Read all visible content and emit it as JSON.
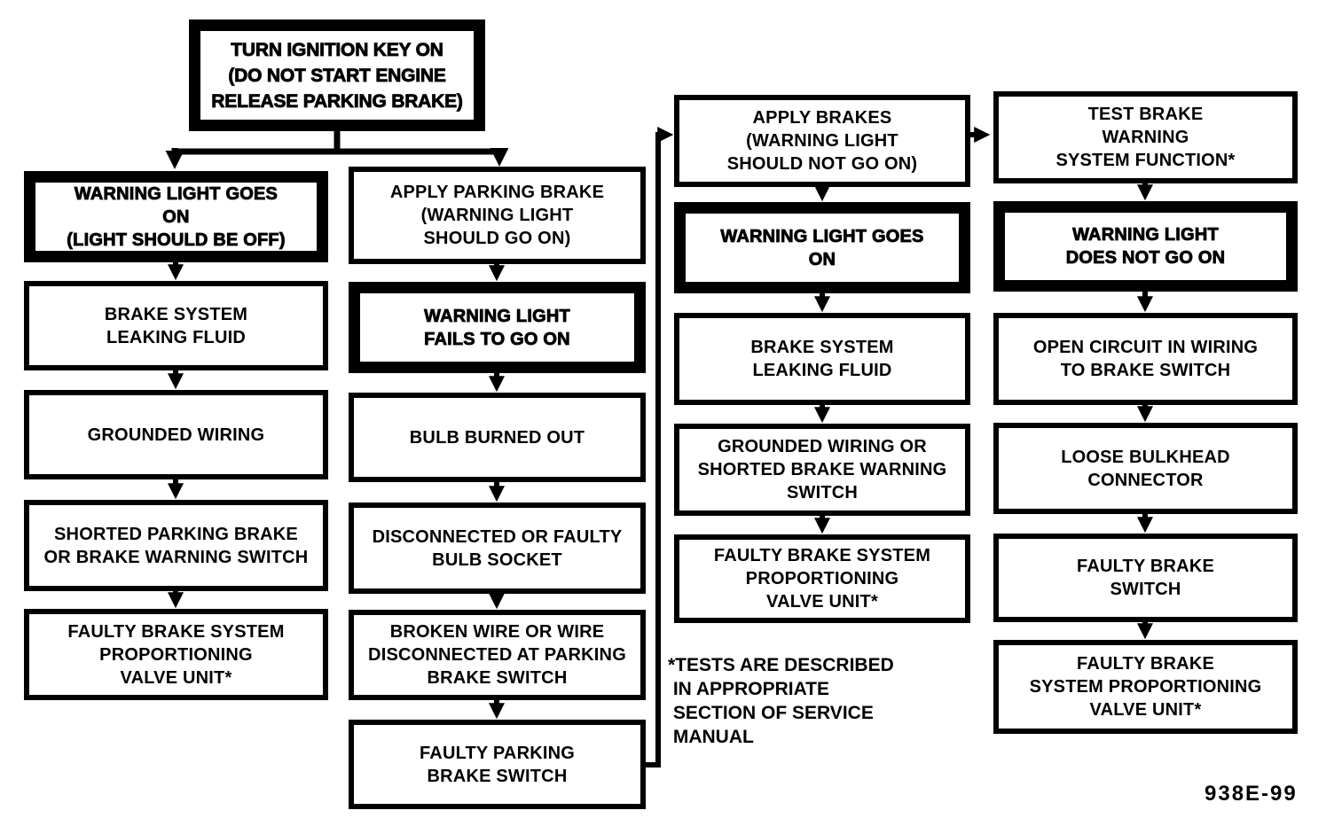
{
  "figure": {
    "code": "938E-99",
    "footnote": "*TESTS ARE DESCRIBED\n IN APPROPRIATE\n SECTION OF SERVICE\n MANUAL",
    "colors": {
      "ink": "#000000",
      "paper": "#ffffff"
    }
  },
  "flowchart": {
    "start": {
      "text": "TURN IGNITION KEY ON\n(DO NOT START ENGINE\nRELEASE PARKING BRAKE)",
      "highlighted": true
    },
    "columns": [
      {
        "boxes": [
          {
            "text": "WARNING LIGHT GOES\nON\n(LIGHT SHOULD BE OFF)",
            "highlighted": true
          },
          {
            "text": "BRAKE SYSTEM\nLEAKING FLUID",
            "highlighted": false
          },
          {
            "text": "GROUNDED WIRING",
            "highlighted": false
          },
          {
            "text": "SHORTED PARKING BRAKE\nOR BRAKE WARNING SWITCH",
            "highlighted": false
          },
          {
            "text": "FAULTY BRAKE SYSTEM\nPROPORTIONING\nVALVE UNIT*",
            "highlighted": false
          }
        ]
      },
      {
        "boxes": [
          {
            "text": "APPLY PARKING BRAKE\n(WARNING LIGHT\nSHOULD GO ON)",
            "highlighted": false
          },
          {
            "text": "WARNING LIGHT\nFAILS TO GO ON",
            "highlighted": true
          },
          {
            "text": "BULB BURNED OUT",
            "highlighted": false
          },
          {
            "text": "DISCONNECTED OR FAULTY\nBULB SOCKET",
            "highlighted": false
          },
          {
            "text": "BROKEN WIRE OR WIRE\nDISCONNECTED AT PARKING\nBRAKE SWITCH",
            "highlighted": false
          },
          {
            "text": "FAULTY PARKING\nBRAKE SWITCH",
            "highlighted": false
          }
        ]
      },
      {
        "boxes": [
          {
            "text": "APPLY BRAKES\n(WARNING LIGHT\nSHOULD NOT GO ON)",
            "highlighted": false
          },
          {
            "text": "WARNING LIGHT GOES\nON",
            "highlighted": true
          },
          {
            "text": "BRAKE SYSTEM\nLEAKING FLUID",
            "highlighted": false
          },
          {
            "text": "GROUNDED WIRING OR\nSHORTED BRAKE WARNING\nSWITCH",
            "highlighted": false
          },
          {
            "text": "FAULTY BRAKE SYSTEM\nPROPORTIONING\nVALVE UNIT*",
            "highlighted": false
          }
        ]
      },
      {
        "boxes": [
          {
            "text": "TEST BRAKE\nWARNING\nSYSTEM FUNCTION*",
            "highlighted": false
          },
          {
            "text": "WARNING LIGHT\nDOES NOT GO ON",
            "highlighted": true
          },
          {
            "text": "OPEN CIRCUIT IN WIRING\nTO BRAKE SWITCH",
            "highlighted": false
          },
          {
            "text": "LOOSE BULKHEAD\nCONNECTOR",
            "highlighted": false
          },
          {
            "text": "FAULTY BRAKE\nSWITCH",
            "highlighted": false
          },
          {
            "text": "FAULTY BRAKE\nSYSTEM PROPORTIONING\nVALVE UNIT*",
            "highlighted": false
          }
        ]
      }
    ]
  }
}
